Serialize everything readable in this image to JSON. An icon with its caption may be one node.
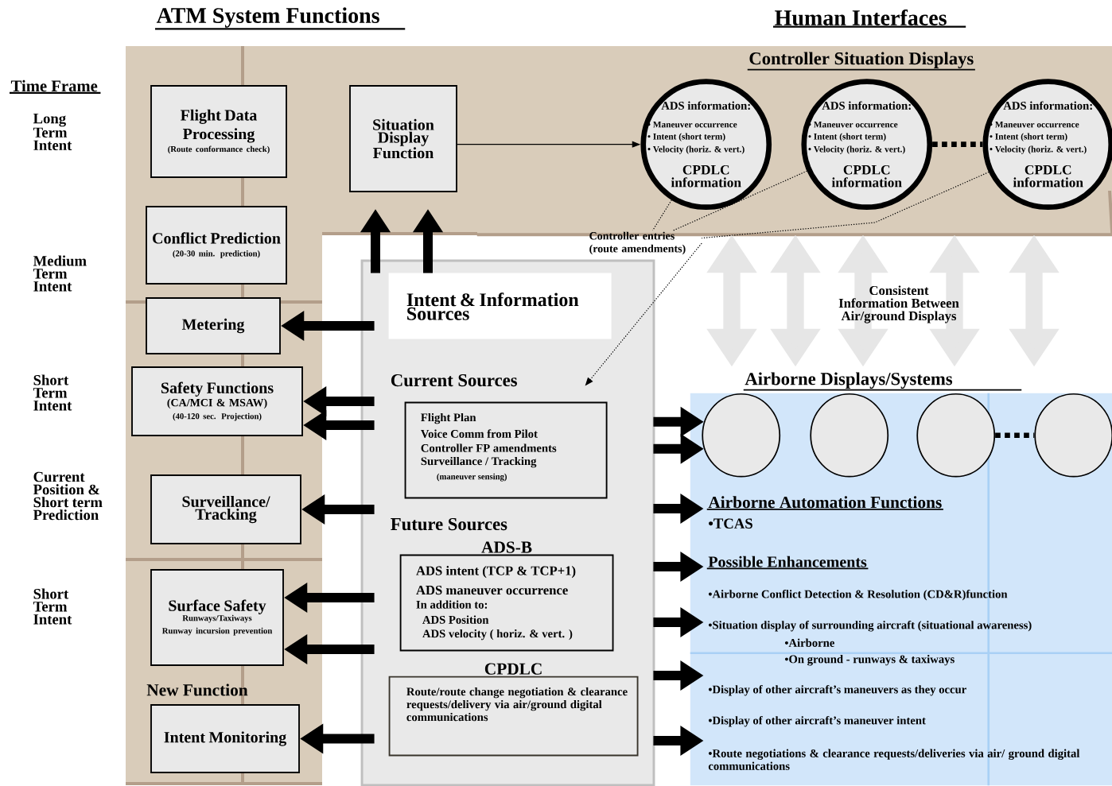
{
  "diagram": {
    "nodes": [
      {
        "text": [
          "Flight Data Processing",
          "(Route conformance check)"
        ]
      },
      {
        "text": [
          "Situation Display Function"
        ]
      },
      {
        "text": [
          "Controller Situation Displays"
        ]
      },
      {
        "text": [
          "ADS information:",
          "• Maneuver occurrence",
          "• Intent (short term)",
          "• Velocity (horiz. & vert.)",
          "CPDLC information"
        ],
        "in": 2
      },
      {
        "text": [
          "ADS information:",
          "• Maneuver occurrence",
          "• Intent (short term)",
          "• Velocity (horiz. & vert.)",
          "CPDLC information"
        ],
        "in": 2
      },
      {
        "text": [
          "ADS information:",
          "• Maneuver occurrence",
          "• Intent (short term)",
          "• Velocity (horiz. & vert.)",
          "CPDLC information"
        ],
        "in": 2
      },
      {
        "text": [
          "Conflict Prediction",
          "(20-30 min. prediction)"
        ]
      },
      {
        "text": [
          "Metering"
        ]
      },
      {
        "text": [
          "Safety Functions",
          "(CA/MCI &  MSAW)",
          "(40-120 sec. Projection)"
        ]
      },
      {
        "text": [
          "Surveillance/ Tracking"
        ]
      },
      {
        "text": [
          "Surface Safety",
          "Runways/Taxiways",
          "Runway incursion prevention"
        ]
      },
      {
        "text": [
          "New Function",
          "Intent Monitoring"
        ]
      },
      {
        "text": [
          "Intent & Information Sources",
          "Current Sources",
          "Future Sources"
        ]
      },
      {
        "text": [
          "Flight Plan",
          "Voice Comm from Pilot",
          "Controller FP amendments",
          "Surveillance / Tracking",
          "(maneuver sensing)"
        ],
        "in": 12
      },
      {
        "text": [
          "ADS-B",
          "ADS intent (TCP & TCP+1)",
          "ADS maneuver occurrence",
          "In addition to:",
          "ADS Position",
          "ADS velocity ( horiz. & vert. )"
        ],
        "in": 12
      },
      {
        "text": [
          "CPDLC",
          "Route/route change negotiation & clearance requests/delivery via air/ground digital communications"
        ],
        "in": 12
      },
      {
        "text": [
          "Controller entries (route amendments)"
        ]
      },
      {
        "text": [
          "Airborne Displays/Systems",
          "Airborne Automation Functions",
          "•TCAS",
          "Possible Enhancements",
          "•Airborne Conflict  Detection & Resolution (CD&R)function",
          "•Situation display of surrounding aircraft (situational awareness)",
          "•Airborne",
          "•On ground - runways & taxiways",
          "•Display of other aircraft’s maneuvers as they occur",
          "•Display of other aircraft’s maneuver intent",
          "•Route negotiations & clearance requests/deliveries via air/ ground digital communications"
        ]
      },
      {
        "text": [],
        "shape": "circle",
        "in": 17
      },
      {
        "text": [],
        "shape": "circle",
        "in": 17
      },
      {
        "text": [],
        "shape": "circle",
        "in": 17
      },
      {
        "text": [],
        "shape": "circle",
        "in": 17
      }
    ],
    "edges": [
      {
        "from": 1,
        "to": 3,
        "arrow": "to"
      },
      {
        "from": 12,
        "to": 1,
        "arrow": "to"
      },
      {
        "from": 12,
        "to": 1,
        "arrow": "to"
      },
      {
        "from": 4,
        "to": 5,
        "arrow": "none",
        "style": "dashed"
      },
      {
        "from": 3,
        "to": 16,
        "arrow": "none",
        "style": "dashed"
      },
      {
        "from": 4,
        "to": 16,
        "arrow": "none",
        "style": "dashed"
      },
      {
        "from": 5,
        "to": 16,
        "arrow": "none",
        "style": "dashed"
      },
      {
        "from": 16,
        "to": 13,
        "arrow": "to",
        "style": "dashed"
      },
      {
        "from": 12,
        "to": 7,
        "arrow": "to"
      },
      {
        "from": 12,
        "to": 8,
        "arrow": "to"
      },
      {
        "from": 12,
        "to": 8,
        "arrow": "to"
      },
      {
        "from": 12,
        "to": 9,
        "arrow": "to"
      },
      {
        "from": 12,
        "to": 10,
        "arrow": "to"
      },
      {
        "from": 12,
        "to": 10,
        "arrow": "to"
      },
      {
        "from": 12,
        "to": 11,
        "arrow": "to"
      },
      {
        "from": 12,
        "to": 18,
        "arrow": "to"
      },
      {
        "from": 12,
        "to": 18,
        "arrow": "to"
      },
      {
        "from": 12,
        "to": 17,
        "arrow": "to"
      },
      {
        "from": 12,
        "to": 17,
        "arrow": "to"
      },
      {
        "from": 12,
        "to": 17,
        "arrow": "to"
      },
      {
        "from": 12,
        "to": 17,
        "arrow": "to"
      },
      {
        "from": 12,
        "to": 17,
        "arrow": "to"
      },
      {
        "from": 20,
        "to": 21,
        "arrow": "none",
        "style": "dashed"
      },
      {
        "from": 2,
        "to": 17,
        "arrow": "both",
        "color": "#e6e6e6"
      },
      {
        "from": 2,
        "to": 17,
        "arrow": "both",
        "color": "#e6e6e6"
      },
      {
        "from": 2,
        "to": 17,
        "arrow": "both",
        "color": "#e6e6e6"
      },
      {
        "from": 2,
        "to": 17,
        "arrow": "both",
        "color": "#e6e6e6"
      },
      {
        "from": 2,
        "to": 17,
        "arrow": "both",
        "color": "#e6e6e6"
      }
    ],
    "labels": [
      "ATM System Functions",
      "Human Interfaces",
      "Time Frame",
      "Long Term Intent",
      "Medium Term Intent",
      "Short Term Intent",
      "Current Position & Short term Prediction",
      "Short Term Intent",
      "Consistent Information Between Air/ground Displays"
    ]
  }
}
